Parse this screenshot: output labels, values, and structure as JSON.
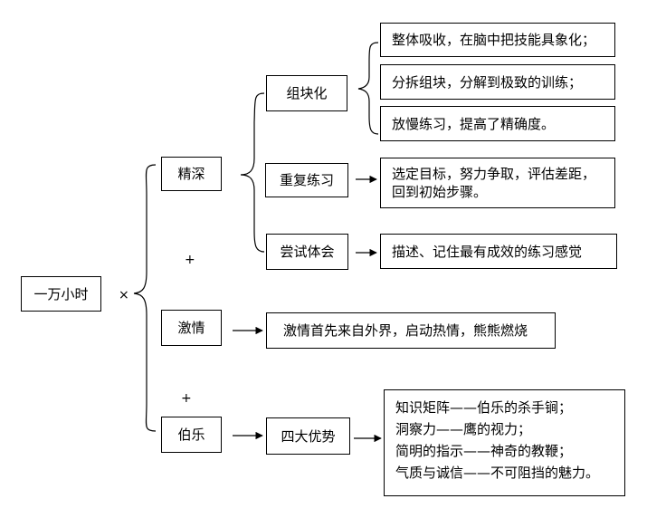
{
  "root": "一万小时",
  "times_symbol": "×",
  "plus_symbol": "+",
  "factors": {
    "deep": "精深",
    "passion": "激情",
    "mentor": "伯乐"
  },
  "deep_children": {
    "chunking": "组块化",
    "repeat": "重复练习",
    "trial": "尝试体会"
  },
  "chunking_details": [
    "整体吸收，在脑中把技能具象化；",
    "分拆组块，分解到极致的训练；",
    "放慢练习，提高了精确度。"
  ],
  "repeat_detail": [
    "选定目标，努力争取，评估差距，",
    "回到初始步骤。"
  ],
  "trial_detail": "描述、记住最有成效的练习感觉",
  "passion_detail": "激情首先来自外界，启动热情，熊熊燃烧",
  "mentor_child": "四大优势",
  "mentor_details": [
    "知识矩阵——伯乐的杀手锏；",
    "洞察力——鹰的视力；",
    "简明的指示——神奇的教鞭；",
    "气质与诚信——不可阻挡的魅力。"
  ]
}
